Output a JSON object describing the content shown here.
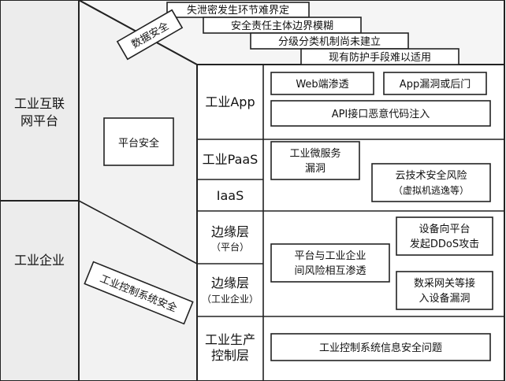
{
  "top_issues": [
    "失泄密发生环节难界定",
    "安全责任主体边界模糊",
    "分级分类机制尚未建立",
    "现有防护手段难以适用"
  ],
  "data_security_label": "数据安全",
  "left_sections": {
    "platform": "工业互联网平台",
    "enterprise": "工业企业"
  },
  "side_labels": {
    "platform_security": "平台安全",
    "ics_security": "工业控制系统安全"
  },
  "layers": {
    "app": "工业App",
    "paas": "工业PaaS",
    "iaas": "IaaS",
    "edge_platform": "边缘层",
    "edge_platform_sub": "（平台）",
    "edge_enterprise": "边缘层",
    "edge_enterprise_sub": "（工业企业）",
    "production_control": "工业生产控制层"
  },
  "risks": {
    "web_penetration": "Web端渗透",
    "app_backdoor": "App漏洞或后门",
    "api_injection": "API接口恶意代码注入",
    "microservice_vuln": "工业微服务漏洞",
    "cloud_risk": "云技术安全风险",
    "cloud_risk_sub": "（虚拟机逃逸等）",
    "cross_penetration": "平台与工业企业间风险相互渗透",
    "ddos": "设备向平台发起DDoS攻击",
    "gateway_vuln": "数采网关等接入设备漏洞",
    "ics_info_security": "工业控制系统信息安全问题"
  }
}
